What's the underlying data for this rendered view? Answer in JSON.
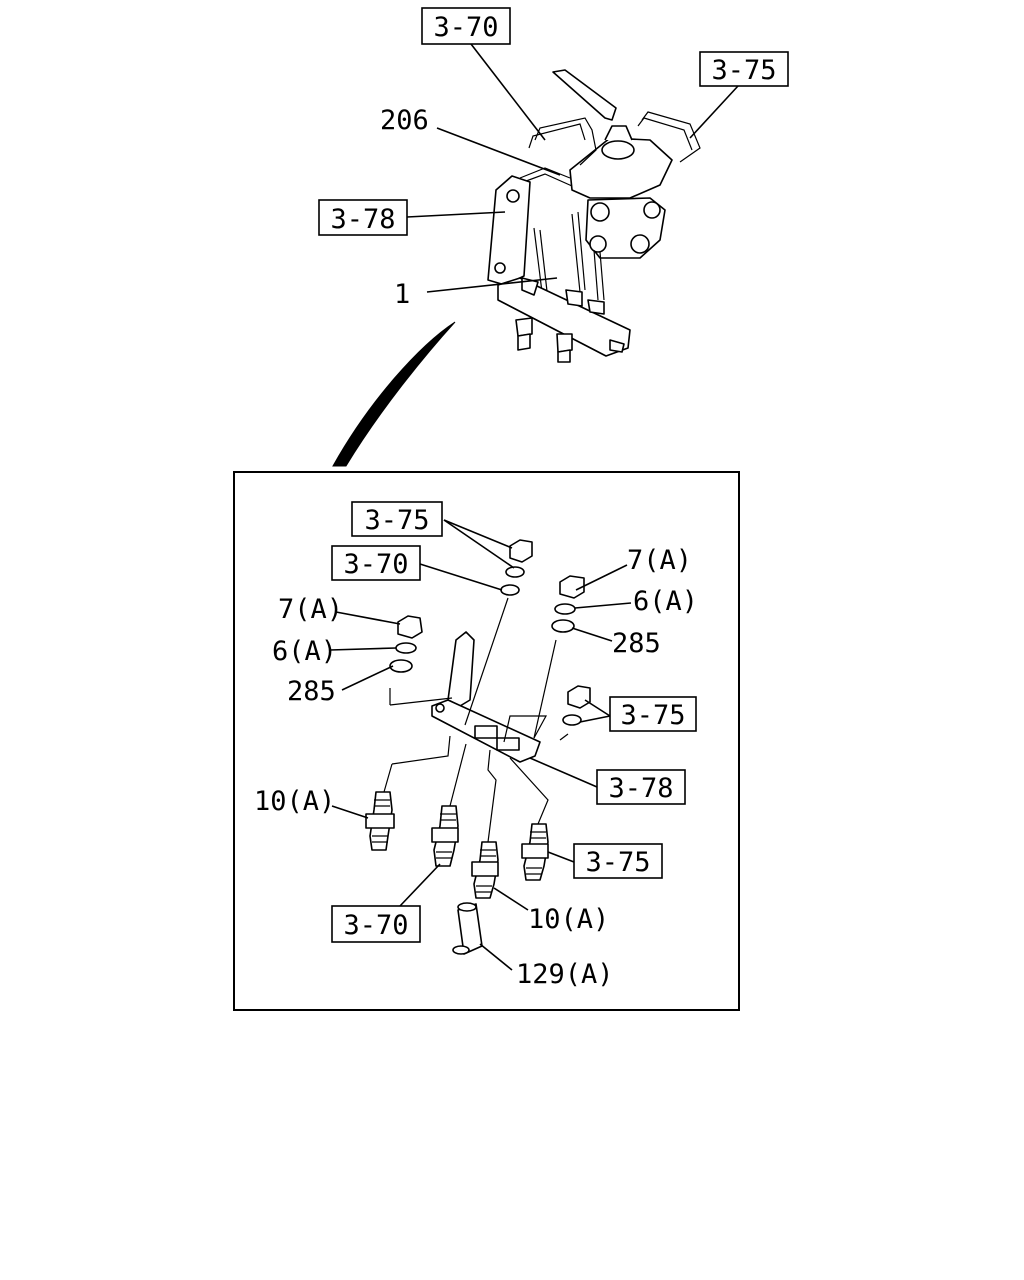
{
  "overview": {
    "ref_top_left": "3-70",
    "ref_top_right": "3-75",
    "ref_mid_left": "3-78",
    "part_206": "206",
    "part_1": "1"
  },
  "detail": {
    "ref_washer_group": "3-75",
    "ref_washer_single": "3-70",
    "nut_right": "7(A)",
    "washer_right": "6(A)",
    "seal_right": "285",
    "nut_left": "7(A)",
    "washer_left": "6(A)",
    "seal_left": "285",
    "ref_right_nut_group": "3-75",
    "ref_bracket": "3-78",
    "stud_left": "10(A)",
    "ref_stud_right": "3-75",
    "stud_center": "10(A)",
    "ref_stud_left2": "3-70",
    "spacer": "129(A)"
  }
}
